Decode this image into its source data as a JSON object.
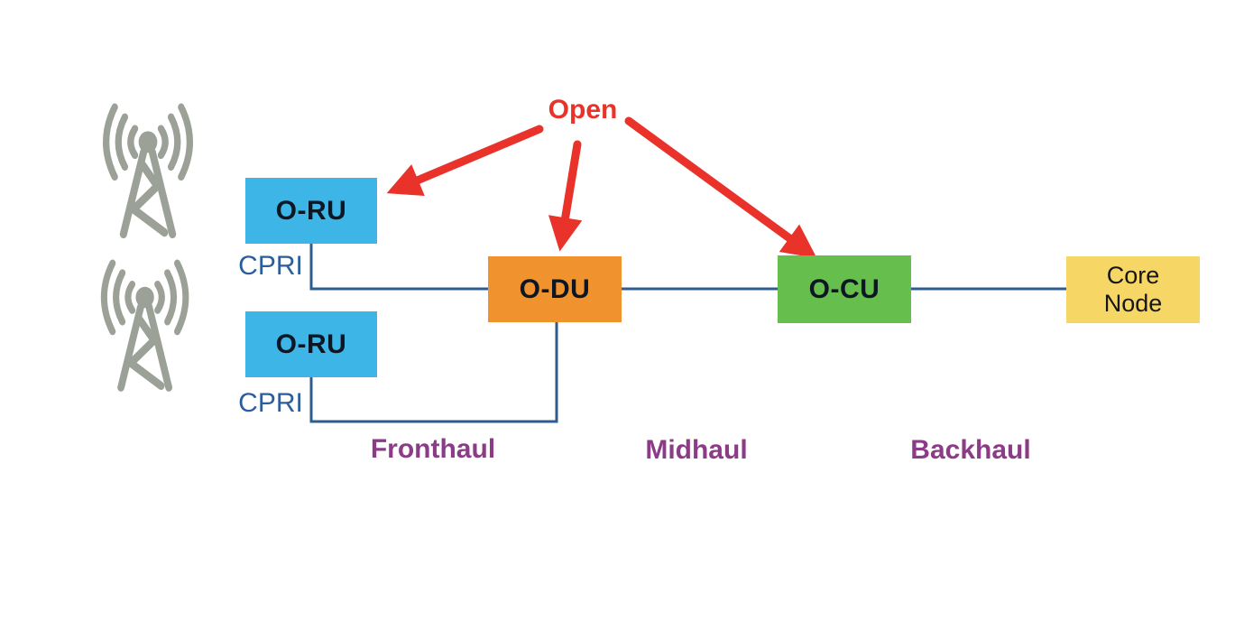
{
  "diagram": {
    "open_label": "Open",
    "nodes": {
      "oru1": {
        "label": "O-RU",
        "color": "#3db5e6"
      },
      "oru2": {
        "label": "O-RU",
        "color": "#3db5e6"
      },
      "odu": {
        "label": "O-DU",
        "color": "#f0922e"
      },
      "ocu": {
        "label": "O-CU",
        "color": "#66be4d"
      },
      "core": {
        "label": "Core Node",
        "color": "#f6d765"
      }
    },
    "interface_labels": {
      "cpri1": "CPRI",
      "cpri2": "CPRI"
    },
    "segment_labels": {
      "fronthaul": "Fronthaul",
      "midhaul": "Midhaul",
      "backhaul": "Backhaul"
    },
    "icons": {
      "antenna1": "cell-tower-icon",
      "antenna2": "cell-tower-icon"
    },
    "colors": {
      "arrow_red": "#e9322a",
      "open_text": "#e9322a",
      "connector_blue": "#2d5d90",
      "interface_text": "#2b5e9a",
      "segment_text": "#8c3c86",
      "antenna_gray": "#9ba197",
      "node_blue": "#3db5e6",
      "node_orange": "#f0922e",
      "node_green": "#66be4d",
      "node_yellow": "#f6d765"
    }
  }
}
